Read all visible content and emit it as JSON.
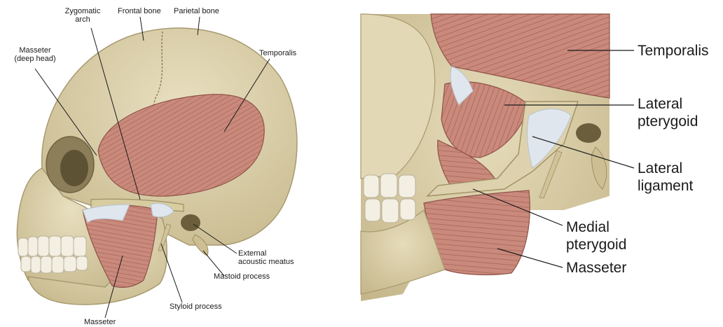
{
  "left_labels": {
    "zygomatic_arch": "Zygomatic\narch",
    "frontal_bone": "Frontal bone",
    "parietal_bone": "Parietal bone",
    "masseter_deep": "Masseter\n(deep head)",
    "temporalis": "Temporalis",
    "external_meatus": "External\nacoustic meatus",
    "mastoid_process": "Mastoid process",
    "styloid_process": "Styloid process",
    "masseter": "Masseter"
  },
  "right_labels": {
    "temporalis": "Temporalis",
    "lateral_pterygoid": "Lateral\npterygoid",
    "lateral_ligament": "Lateral\nligament",
    "medial_pterygoid": "Medial\npterygoid",
    "masseter": "Masseter"
  },
  "colors": {
    "bone": "#ddd2ad",
    "bone_shadow": "#b9ab80",
    "muscle": "#c98a7c",
    "muscle_dark": "#a9645a",
    "tendon": "#dfe6ee",
    "teeth": "#f3efe2"
  }
}
